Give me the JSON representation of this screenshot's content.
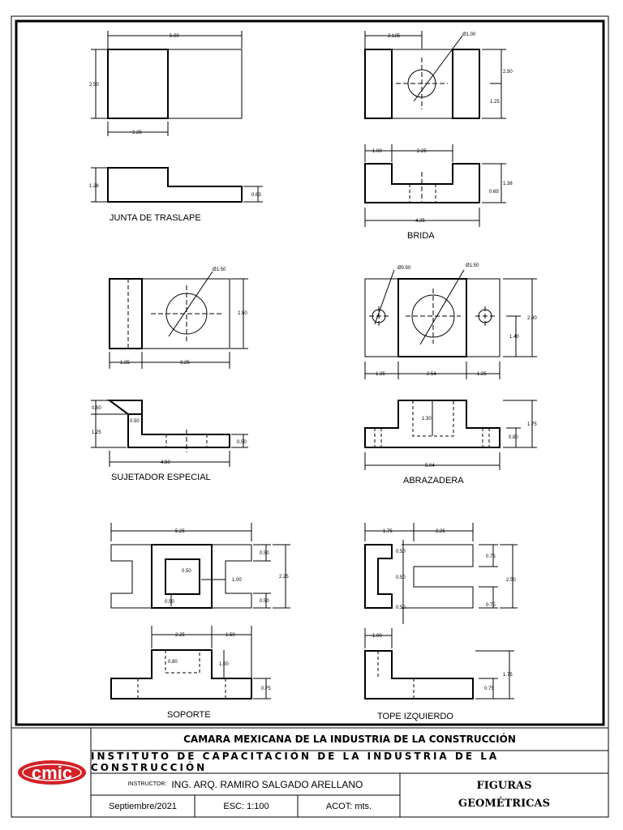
{
  "figures": {
    "junta": {
      "label": "JUNTA DE TRASLAPE",
      "dims": [
        "5.00",
        "2.50",
        "2.25",
        "1.26",
        "0.63"
      ]
    },
    "brida": {
      "label": "BRIDA",
      "dims": [
        "2.125",
        "Ø1.00",
        "2.50",
        "1.25",
        "1.00",
        "2.25",
        "1.38",
        "0.69",
        "4.25"
      ]
    },
    "sujetador": {
      "label": "SUJETADOR ESPECIAL",
      "dims": [
        "Ø1.50",
        "2.50",
        "1.25",
        "3.25",
        "0.50",
        "0.50",
        "1.25",
        "0.50",
        "4.50"
      ]
    },
    "abrazadera": {
      "label": "ABRAZADERA",
      "dims": [
        "Ø0.50",
        "Ø1.50",
        "2.80",
        "1.40",
        "1.25",
        "2.54",
        "1.25",
        "1.30",
        "1.75",
        "0.80",
        "5.04"
      ]
    },
    "soporte": {
      "label": "SOPORTE",
      "dims": [
        "5.25",
        "0.50",
        "2.25",
        "0.50",
        "0.50",
        "1.00",
        "0.50",
        "2.25",
        "1.50",
        "0.80",
        "1.00",
        "0.75"
      ]
    },
    "tope": {
      "label": "TOPE IZQUIERDO",
      "dims": [
        "1.75",
        "2.25",
        "0.50",
        "0.75",
        "0.50",
        "2.50",
        "0.75",
        "0.50",
        "1.00",
        "1.75",
        "0.75"
      ]
    }
  },
  "title_block": {
    "org": "CAMARA MEXICANA DE LA INDUSTRIA DE LA CONSTRUCCIÓN",
    "institute": "INSTITUTO DE CAPACITACIÓN DE LA INDUSTRIA DE LA CONSTRUCCIÓN",
    "instructor_label": "INSTRUCTOR:",
    "instructor": "ING. ARQ. RAMIRO SALGADO ARELLANO",
    "date": "Septiembre/2021",
    "scale": "ESC: 1:100",
    "units": "ACOT: mts.",
    "title_line1": "FIGURAS",
    "title_line2": "GEOMÉTRICAS",
    "logo_text": "cmic",
    "logo_color": "#d42027"
  }
}
